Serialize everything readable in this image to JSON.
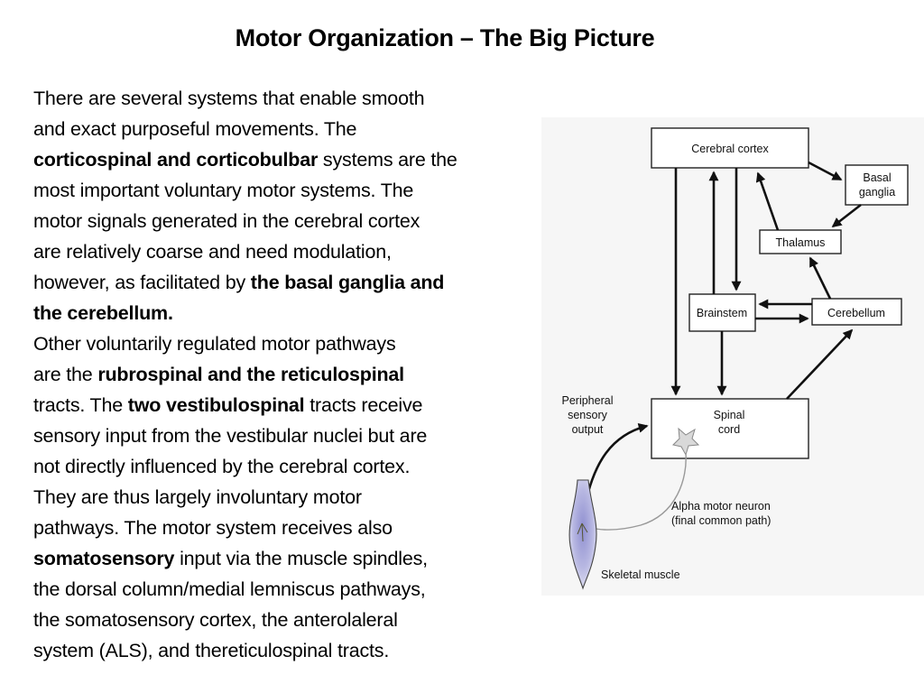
{
  "title": "Motor Organization – The Big Picture",
  "paragraph": {
    "l1": "There are several systems that enable smooth",
    "l2": "and exact purposeful movements. The",
    "l3_bold": "corticospinal and corticobulbar",
    "l3_rest": " systems are the",
    "l4": "most important voluntary motor systems. The",
    "l5": "motor signals generated in the cerebral cortex",
    "l6": "are relatively coarse and need modulation,",
    "l7_start": "however, as facilitated by ",
    "l7_bold": "the basal ganglia and",
    "l8_bold": "the cerebellum.",
    "l9": "Other voluntarily regulated motor pathways",
    "l10_start": "are the ",
    "l10_bold": "rubrospinal and the reticulospinal",
    "l11_start": "tracts. The ",
    "l11_bold": "two vestibulospinal",
    "l11_rest": " tracts receive",
    "l12": "sensory input from the vestibular nuclei but are",
    "l13": "not directly influenced by the cerebral cortex.",
    "l14": "They are thus largely involuntary motor",
    "l15": "pathways. The motor system receives also",
    "l16_bold": "somatosensory",
    "l16_rest": " input via the muscle spindles,",
    "l17": "the dorsal column/medial lemniscus pathways,",
    "l18": "the somatosensory cortex, the anterolaleral",
    "l19": "system (ALS), and thereticulospinal tracts."
  },
  "diagram": {
    "cerebral_cortex": "Cerebral cortex",
    "basal_ganglia_1": "Basal",
    "basal_ganglia_2": "ganglia",
    "thalamus": "Thalamus",
    "brainstem": "Brainstem",
    "cerebellum": "Cerebellum",
    "spinal_cord_1": "Spinal",
    "spinal_cord_2": "cord",
    "peripheral_1": "Peripheral",
    "peripheral_2": "sensory",
    "peripheral_3": "output",
    "alpha_1": "Alpha motor neuron",
    "alpha_2": "(final common path)",
    "skeletal_muscle": "Skeletal muscle"
  }
}
